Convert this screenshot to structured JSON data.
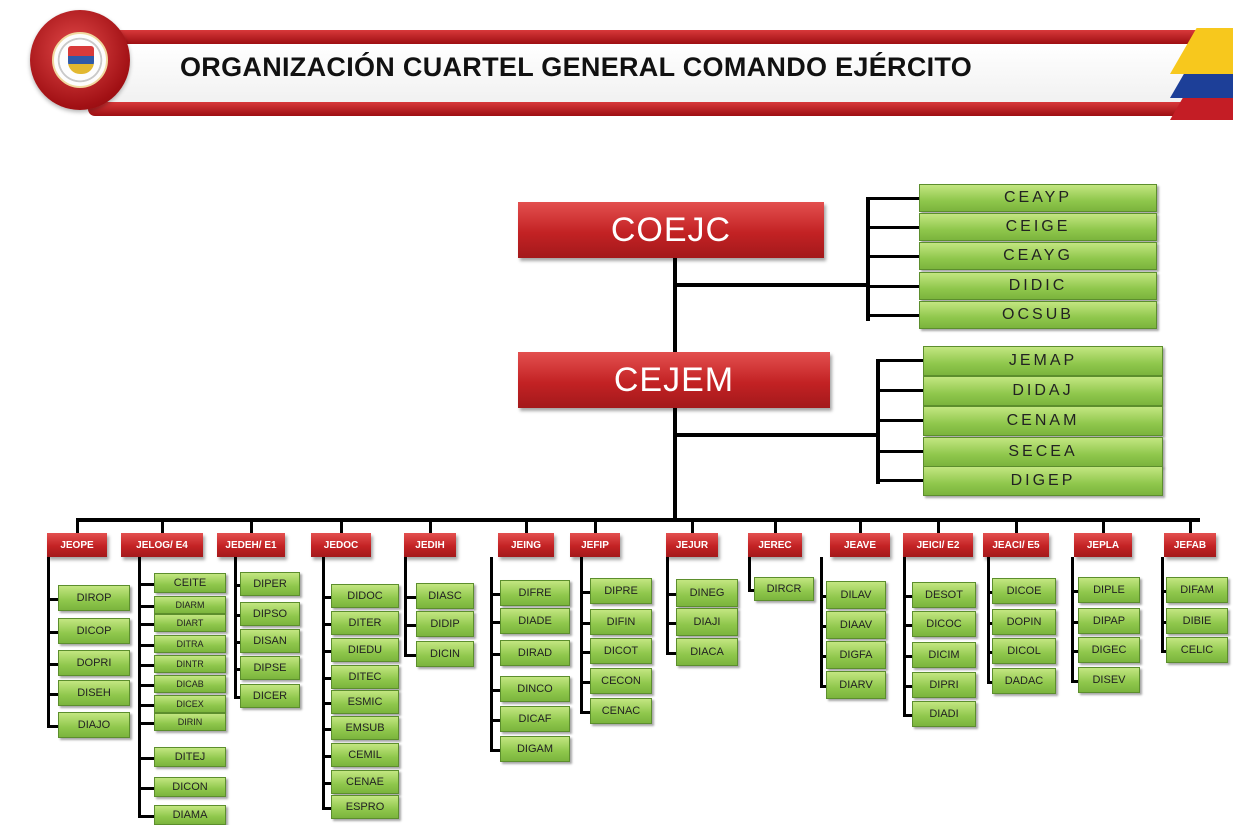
{
  "title": "ORGANIZACIÓN CUARTEL GENERAL COMANDO EJÉRCITO",
  "top_nodes": {
    "coejc": "COEJC",
    "cejem": "CEJEM"
  },
  "coejc_units": [
    "CEAYP",
    "CEIGE",
    "CEAYG",
    "DIDIC",
    "OCSUB"
  ],
  "cejem_units": [
    "JEMAP",
    "DIDAJ",
    "CENAM",
    "SECEA",
    "DIGEP"
  ],
  "jefaturas": [
    {
      "name": "JEOPE",
      "units": [
        "DIROP",
        "DICOP",
        "DOPRI",
        "DISEH",
        "DIAJO"
      ]
    },
    {
      "name": "JELOG/ E4",
      "units": [
        "CEITE",
        "DIARM",
        "DIART",
        "DITRA",
        "DINTR",
        "DICAB",
        "DICEX",
        "DIRIN",
        "DITEJ",
        "DICON",
        "DIAMA"
      ]
    },
    {
      "name": "JEDEH/ E1",
      "units": [
        "DIPER",
        "DIPSO",
        "DISAN",
        "DIPSE",
        "DICER"
      ]
    },
    {
      "name": "JEDOC",
      "units": [
        "DIDOC",
        "DITER",
        "DIEDU",
        "DITEC",
        "ESMIC",
        "EMSUB",
        "CEMIL",
        "CENAE",
        "ESPRO"
      ]
    },
    {
      "name": "JEDIH",
      "units": [
        "DIASC",
        "DIDIP",
        "DICIN"
      ]
    },
    {
      "name": "JEING",
      "units": [
        "DIFRE",
        "DIADE",
        "DIRAD",
        "DINCO",
        "DICAF",
        "DIGAM"
      ]
    },
    {
      "name": "JEFIP",
      "units": [
        "DIPRE",
        "DIFIN",
        "DICOT",
        "CECON",
        "CENAC"
      ]
    },
    {
      "name": "JEJUR",
      "units": [
        "DINEG",
        "DIAJI",
        "DIACA"
      ]
    },
    {
      "name": "JEREC",
      "units": [
        "DIRCR"
      ]
    },
    {
      "name": "JEAVE",
      "units": [
        "DILAV",
        "DIAAV",
        "DIGFA",
        "DIARV"
      ]
    },
    {
      "name": "JEICI/ E2",
      "units": [
        "DESOT",
        "DICOC",
        "DICIM",
        "DIPRI",
        "DIADI"
      ]
    },
    {
      "name": "JEACI/ E5",
      "units": [
        "DICOE",
        "DOPIN",
        "DICOL",
        "DADAC"
      ]
    },
    {
      "name": "JEPLA",
      "units": [
        "DIPLE",
        "DIPAP",
        "DIGEC",
        "DISEV"
      ]
    },
    {
      "name": "JEFAB",
      "units": [
        "DIFAM",
        "DIBIE",
        "CELIC"
      ]
    }
  ]
}
